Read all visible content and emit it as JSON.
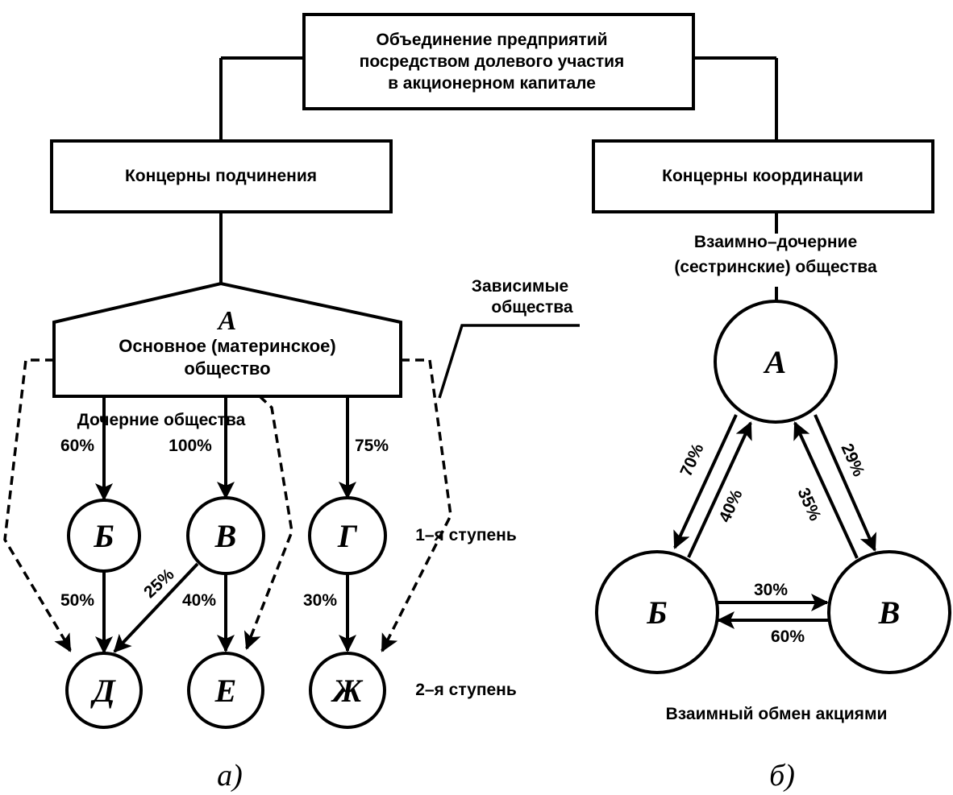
{
  "diagram": {
    "root": {
      "line1": "Объединение предприятий",
      "line2": "посредством долевого участия",
      "line3": "в акционерном капитале"
    },
    "left_branch": {
      "title": "Концерны подчинения"
    },
    "right_branch": {
      "title": "Концерны координации"
    },
    "parent": {
      "letter": "А",
      "line1": "Основное (материнское)",
      "line2": "общество"
    },
    "labels": {
      "dependent_line1": "Зависимые",
      "dependent_line2": "общества",
      "subsidiaries": "Дочерние общества",
      "level1": "1–я ступень",
      "level2": "2–я ступень",
      "sister_line1": "Взаимно–дочерние",
      "sister_line2": "(сестринские) общества",
      "exchange": "Взаимный обмен акциями",
      "panel_a": "а)",
      "panel_b": "б)"
    },
    "nodes_a": {
      "b": "Б",
      "v": "В",
      "g": "Г",
      "d": "Д",
      "e": "Е",
      "zh": "Ж"
    },
    "edges_a": {
      "a_b": "60%",
      "a_v": "100%",
      "a_g": "75%",
      "b_d": "50%",
      "v_d": "25%",
      "v_e": "40%",
      "g_zh": "30%"
    },
    "nodes_b": {
      "a": "А",
      "b": "Б",
      "v": "В"
    },
    "edges_b": {
      "a_b": "70%",
      "b_a": "40%",
      "a_v": "29%",
      "v_a": "35%",
      "b_v": "30%",
      "v_b": "60%"
    }
  }
}
